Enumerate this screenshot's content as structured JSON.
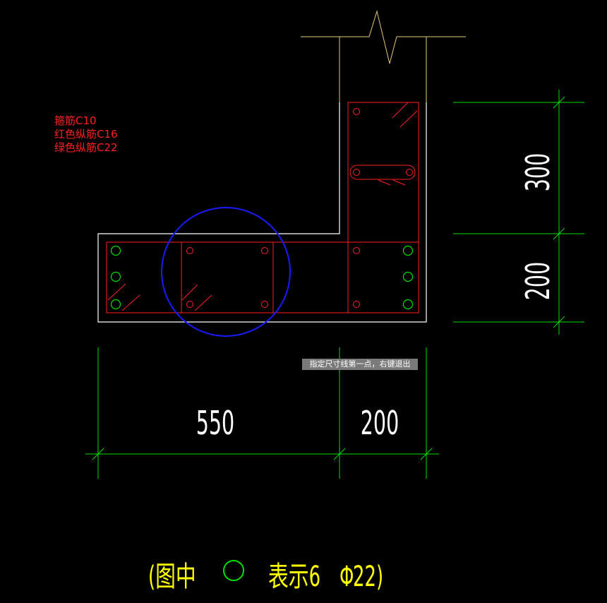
{
  "legend": {
    "stirrup": "箍筋C10",
    "red_bar": "红色纵筋C16",
    "green_bar": "绿色纵筋C22"
  },
  "dimensions": {
    "bottom_left": "550",
    "bottom_right": "200",
    "right_top": "300",
    "right_bottom": "200"
  },
  "status_prompt": "指定尺寸线第一点，右键退出",
  "note": {
    "prefix": "(图中",
    "suffix": "表示6",
    "bar_spec": "22)",
    "bar_symbol": "Φ"
  },
  "colors": {
    "background": "#000000",
    "outline": "#ffffff",
    "stirrup": "#ff2020",
    "red_bar": "#ff2020",
    "green_bar": "#00e000",
    "dimension": "#00e000",
    "highlight_circle": "#1a1aff",
    "break_line": "#e8c878",
    "note_text": "#ffff00"
  }
}
